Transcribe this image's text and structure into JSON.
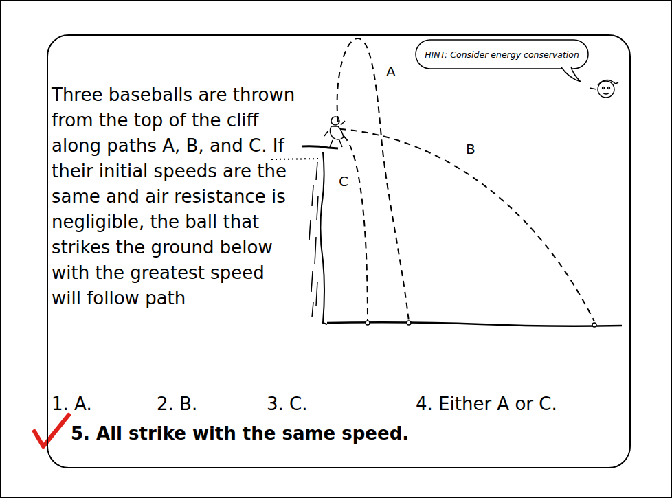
{
  "diagram": {
    "nodes": [
      {
        "text": [
          "Three baseballs are thrown from the top of the cliff along paths A, B, and C. If their initial speeds are the same and air resistance is negligible, the ball that strikes the ground below with the greatest speed will follow path"
        ]
      },
      {
        "text": [
          "HINT: Consider energy conservation"
        ],
        "in": 0
      }
    ],
    "labels": [
      "1. A.",
      "2. B.",
      "3. C.",
      "4. Either A or C.",
      "5. All strike with the same speed.",
      "A",
      "B",
      "C"
    ]
  }
}
